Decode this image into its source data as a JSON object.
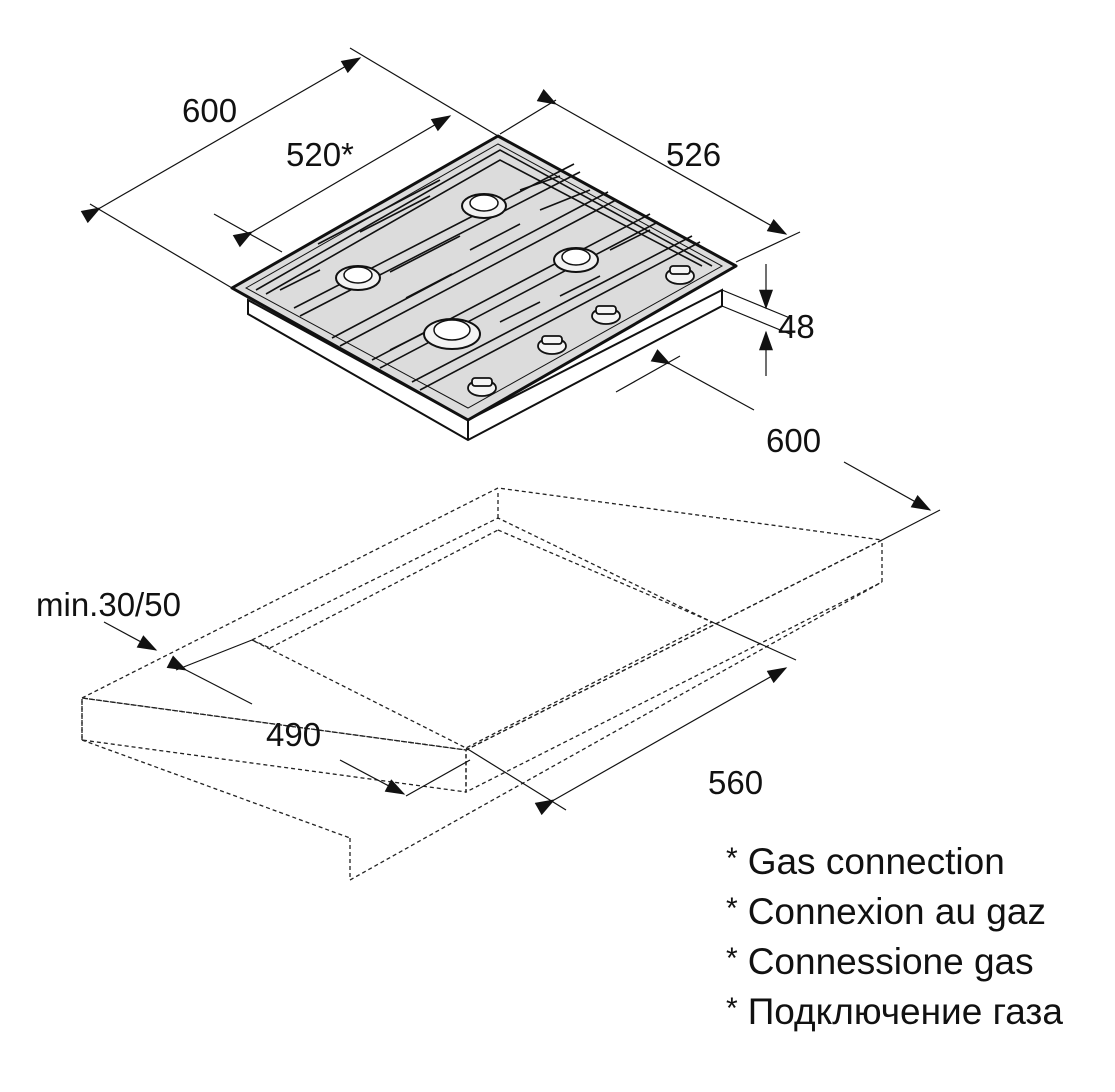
{
  "dimensions": {
    "hob_width": "600",
    "gas_connection": "520*",
    "hob_depth": "526",
    "hob_height": "48",
    "counter_depth": "600",
    "min_clearance": "min.30/50",
    "cutout_depth": "490",
    "cutout_width": "560"
  },
  "notes": {
    "asterisk": "*",
    "items": [
      "Gas connection",
      "Connexion au gaz",
      "Connessione gas",
      "Подключение газа"
    ]
  }
}
